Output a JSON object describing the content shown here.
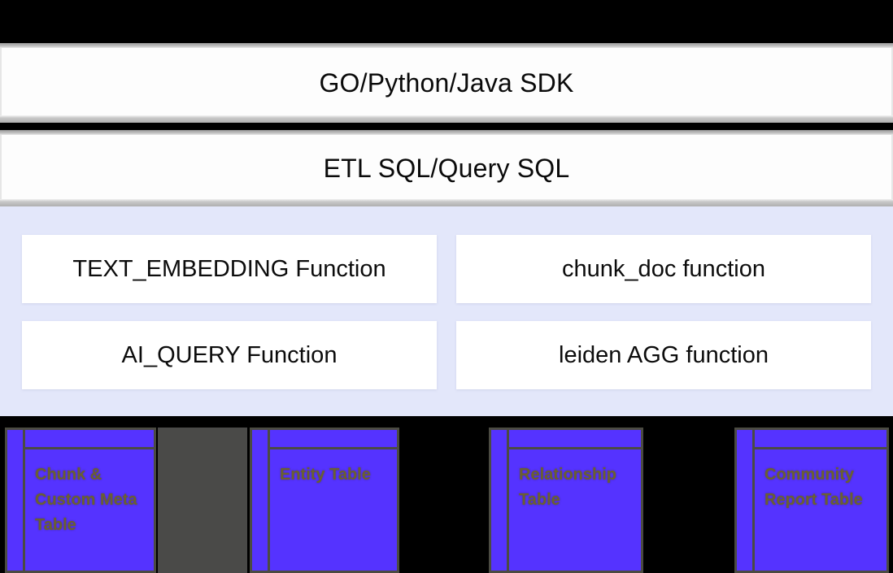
{
  "layers": {
    "sdk": {
      "label": "GO/Python/Java SDK"
    },
    "sql": {
      "label": "ETL SQL/Query SQL"
    },
    "functions": {
      "ghost_text": "",
      "boxes": [
        {
          "label": "TEXT_EMBEDDING Function"
        },
        {
          "label": "chunk_doc function"
        },
        {
          "label": "AI_QUERY Function"
        },
        {
          "label": "leiden AGG function"
        }
      ]
    },
    "storage": {
      "tables": [
        {
          "label": "Chunk & Custom Meta Table"
        },
        {
          "label": "Entity Table"
        },
        {
          "label": "Relationship Table"
        },
        {
          "label": "Community Report Table"
        }
      ]
    }
  },
  "colors": {
    "background": "#000000",
    "function_layer_bg": "#e3e7fa",
    "table_fill": "#5533ff",
    "table_border": "#4b4b42",
    "table_text": "#6b6030",
    "grey_block": "#4a4a48",
    "bar_fill": "#fdfdfd",
    "bar_shadow": "#bdbdbd"
  }
}
